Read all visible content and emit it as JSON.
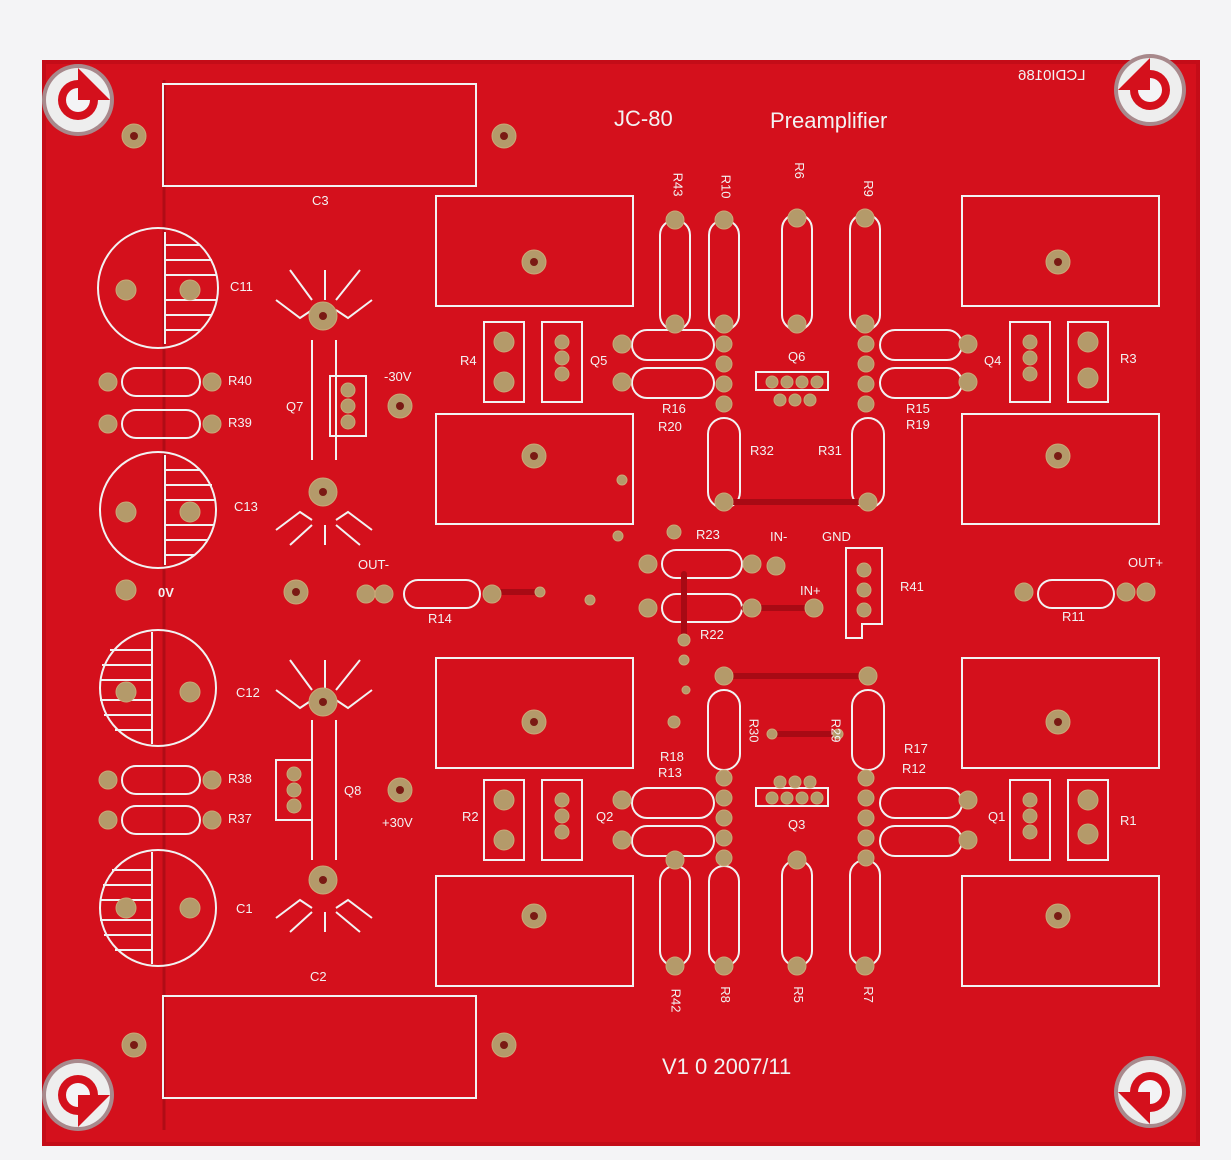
{
  "board": {
    "title": "JC-80",
    "subtitle": "Preamplifier",
    "version": "V1 0 2007/11",
    "serial": "LCDI0186",
    "colors": {
      "solder_mask": "#d4101c",
      "silkscreen": "#f2f2f2",
      "pad": "#b49a6a",
      "background": "#f4f4f6"
    }
  },
  "labels": {
    "C3": "C3",
    "C2": "C2",
    "C11": "C11",
    "C13": "C13",
    "C12": "C12",
    "C1": "C1",
    "R40": "R40",
    "R39": "R39",
    "R38": "R38",
    "R37": "R37",
    "Q7": "Q7",
    "Q8": "Q8",
    "neg30": "-30V",
    "pos30": "+30V",
    "zero": "0V",
    "R4": "R4",
    "Q5": "Q5",
    "R2": "R2",
    "Q2": "Q2",
    "R43": "R43",
    "R10": "R10",
    "R6": "R6",
    "R9": "R9",
    "R16": "R16",
    "R20": "R20",
    "Q6": "Q6",
    "R15": "R15",
    "R19": "R19",
    "R32": "R32",
    "R31": "R31",
    "Q4": "Q4",
    "R3": "R3",
    "R23": "R23",
    "R22": "R22",
    "IN_minus": "IN-",
    "GND": "GND",
    "IN_plus": "IN+",
    "R41": "R41",
    "OUT_minus": "OUT-",
    "R14": "R14",
    "OUT_plus": "OUT+",
    "R11": "R11",
    "R30": "R30",
    "R29": "R29",
    "R18": "R18",
    "R13": "R13",
    "R17": "R17",
    "R12": "R12",
    "Q3": "Q3",
    "Q1": "Q1",
    "R1": "R1",
    "R42": "R42",
    "R8": "R8",
    "R5": "R5",
    "R7": "R7"
  }
}
